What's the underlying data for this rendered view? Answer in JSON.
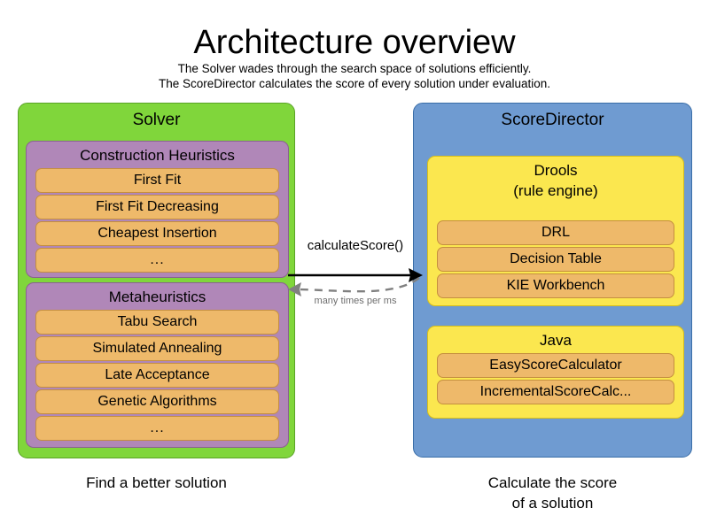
{
  "header": {
    "title": "Architecture overview",
    "subtitle_line1": "The Solver wades through the search space of solutions efficiently.",
    "subtitle_line2": "The ScoreDirector calculates the score of every solution under evaluation."
  },
  "colors": {
    "solver_panel": "#80d63b",
    "solver_panel_border": "#5aa327",
    "scoredirector_panel": "#6f9bd1",
    "scoredirector_panel_border": "#3a6ea8",
    "group_purple": "#b087b8",
    "group_yellow": "#fbe74f",
    "item_orange": "#eeb96a",
    "item_orange_border": "#c58f3f",
    "arrow_solid": "#000000",
    "arrow_dashed": "#808080",
    "text": "#000000",
    "background": "#ffffff"
  },
  "solver": {
    "title": "Solver",
    "caption": "Find a better solution",
    "groups": [
      {
        "title": "Construction Heuristics",
        "items": [
          "First Fit",
          "First Fit Decreasing",
          "Cheapest Insertion",
          "..."
        ]
      },
      {
        "title": "Metaheuristics",
        "items": [
          "Tabu Search",
          "Simulated Annealing",
          "Late Acceptance",
          "Genetic Algorithms",
          "..."
        ]
      }
    ]
  },
  "scoredirector": {
    "title": "ScoreDirector",
    "caption_line1": "Calculate the score",
    "caption_line2": "of a solution",
    "groups": [
      {
        "title": "Drools",
        "title_line2": "(rule engine)",
        "items": [
          "DRL",
          "Decision Table",
          "KIE Workbench"
        ]
      },
      {
        "title": "Java",
        "title_line2": "",
        "items": [
          "EasyScoreCalculator",
          "IncrementalScoreCalc..."
        ]
      }
    ]
  },
  "connections": {
    "request_label": "calculateScore()",
    "response_label": "many times per ms"
  }
}
